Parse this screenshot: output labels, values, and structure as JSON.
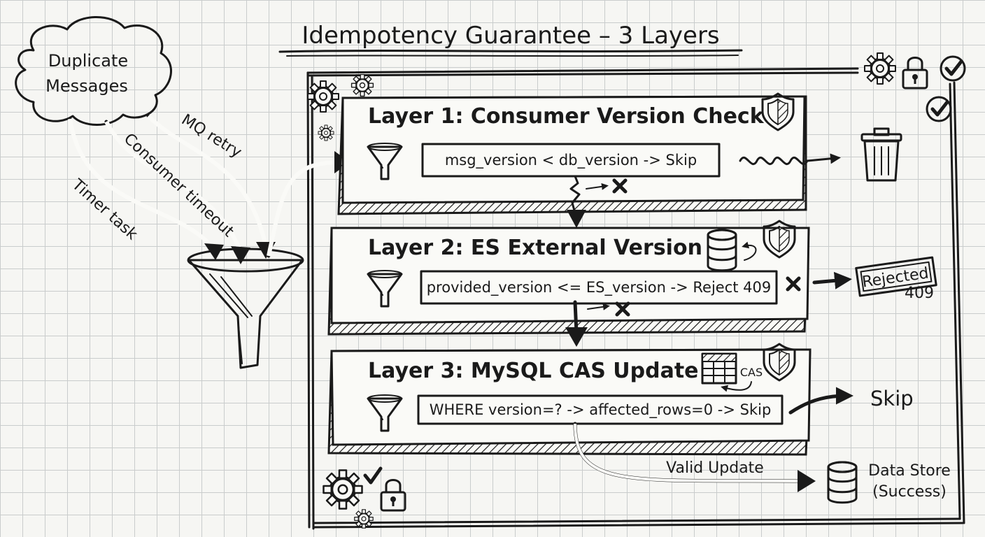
{
  "title": "Idempotency Guarantee – 3 Layers",
  "source": {
    "label_line1": "Duplicate",
    "label_line2": "Messages"
  },
  "paths": [
    {
      "label": "MQ retry"
    },
    {
      "label": "Consumer timeout"
    },
    {
      "label": "Timer task"
    }
  ],
  "layers": [
    {
      "title": "Layer 1: Consumer Version Check",
      "rule": "msg_version < db_version -> Skip"
    },
    {
      "title": "Layer 2: ES External Version",
      "rule": "provided_version <= ES_version -> Reject 409"
    },
    {
      "title": "Layer 3: MySQL CAS Update",
      "rule": "WHERE version=? -> affected_rows=0 -> Skip"
    }
  ],
  "layer3_cas_note": "CAS",
  "outcomes": {
    "rejected_stamp": "Rejected",
    "rejected_code": "409",
    "skip_label": "Skip",
    "valid_label": "Valid Update",
    "store_line1": "Data Store",
    "store_line2": "(Success)"
  },
  "icons": [
    "cloud",
    "funnel-icon",
    "shield-icon",
    "gear-icon",
    "lock-icon",
    "checkmark-icon",
    "trash-icon",
    "database-icon",
    "table-icon",
    "x-mark-icon"
  ]
}
